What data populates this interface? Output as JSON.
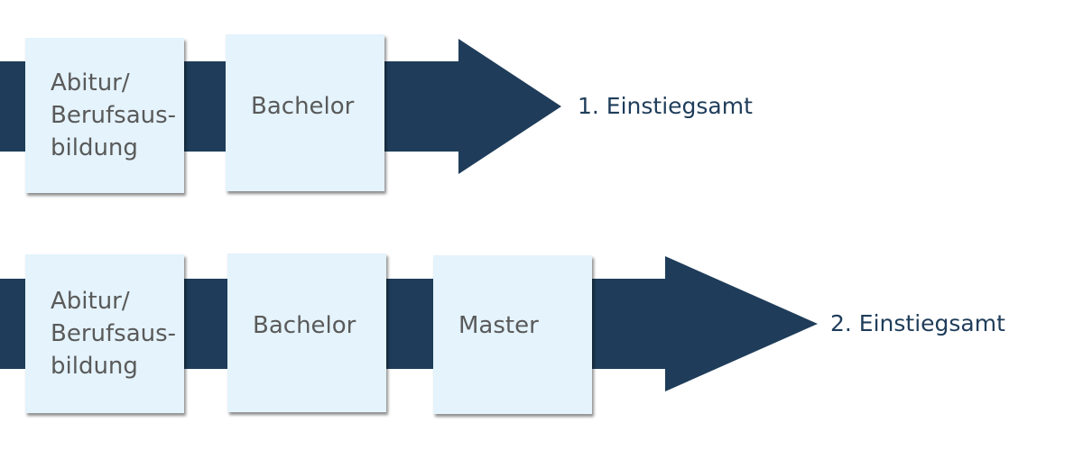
{
  "colors": {
    "arrow": "#1f3d5a",
    "box": "#e4f3fc",
    "box_text": "#5a5a5a",
    "outcome_text": "#1f3d5a"
  },
  "paths": [
    {
      "steps": [
        {
          "label": "Abitur/\nBerufsaus-\nbildung"
        },
        {
          "label": "Bachelor"
        }
      ],
      "outcome": "1. Einstiegsamt"
    },
    {
      "steps": [
        {
          "label": "Abitur/\nBerufsaus-\nbildung"
        },
        {
          "label": "Bachelor"
        },
        {
          "label": "Master"
        }
      ],
      "outcome": "2. Einstiegsamt"
    }
  ]
}
